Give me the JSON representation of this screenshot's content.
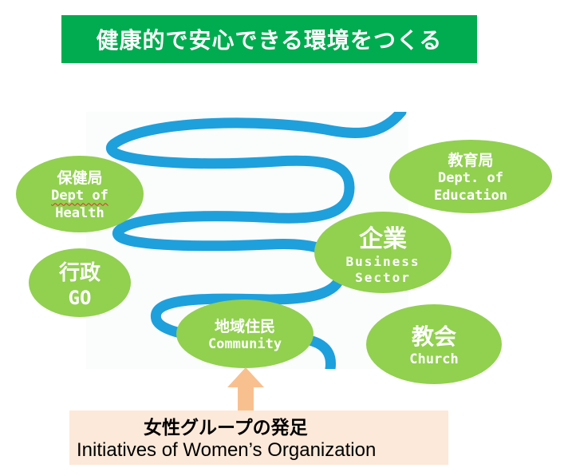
{
  "title": "健康的で安心できる環境をつくる",
  "colors": {
    "title_bg": "#00ac4f",
    "bubble_fill": "#92d050",
    "spiral": "#1ea0dc",
    "arrow": "#f9c08f",
    "base_box": "#fde9d9"
  },
  "spiral": {
    "icon": "spiral-coil-icon",
    "turns": 3
  },
  "bubbles": {
    "health": {
      "jp": "保健局",
      "en_line1": "Dept of",
      "en_line2": "Health"
    },
    "education": {
      "jp": "教育局",
      "en_line1": "Dept. of",
      "en_line2": "Education"
    },
    "business": {
      "jp": "企業",
      "en_line1": "Business",
      "en_line2": "Sector"
    },
    "government": {
      "jp": "行政",
      "en_line1": "GO"
    },
    "community": {
      "jp": "地域住民",
      "en_line1": "Community"
    },
    "church": {
      "jp": "教会",
      "en_line1": "Church"
    }
  },
  "arrow": {
    "icon": "up-arrow-icon"
  },
  "base": {
    "jp": "女性グループの発足",
    "en": "Initiatives of Women’s Organization"
  }
}
